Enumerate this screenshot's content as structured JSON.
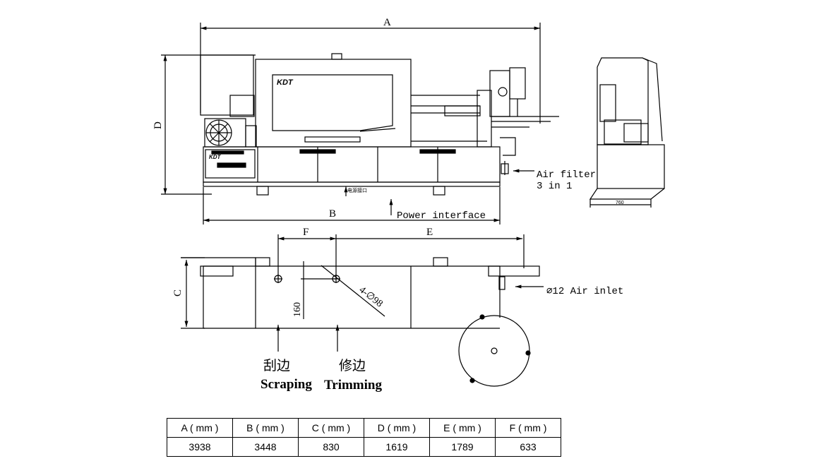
{
  "dims": {
    "a": "A",
    "b": "B",
    "c": "C",
    "d": "D",
    "e": "E",
    "f": "F"
  },
  "brand": "KDT",
  "tiny_label": "电源接口",
  "annotations": {
    "air_filter_1": "Air filter",
    "air_filter_2": "3 in 1",
    "power_interface": "Power interface",
    "air_inlet": "∅12 Air inlet",
    "holes": "4-∅98",
    "dim_160": "160",
    "side_width": "760"
  },
  "labels": {
    "scraping_cn": "刮边",
    "scraping_en": "Scraping",
    "trimming_cn": "修边",
    "trimming_en": "Trimming"
  },
  "table": {
    "headers": [
      "A ( mm )",
      "B ( mm )",
      "C ( mm )",
      "D ( mm )",
      "E ( mm )",
      "F ( mm )"
    ],
    "values": [
      "3938",
      "3448",
      "830",
      "1619",
      "1789",
      "633"
    ]
  }
}
